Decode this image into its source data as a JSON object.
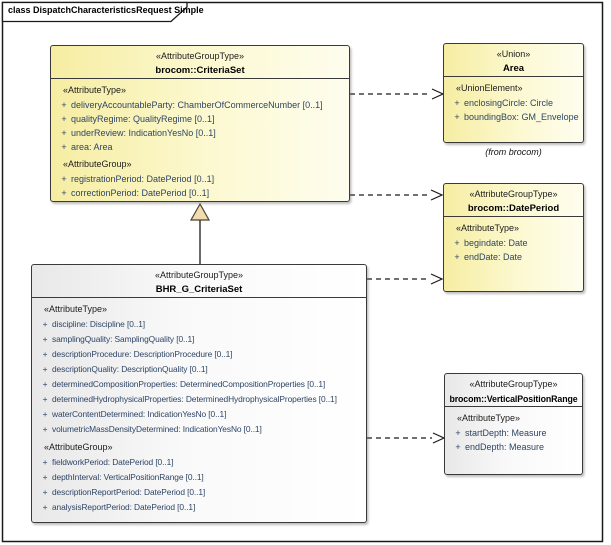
{
  "frame": {
    "title": "class DispatchCharacteristicsRequest Simple"
  },
  "symbols": {
    "plus": "+"
  },
  "colors": {
    "box_yellow_left": "#f6eda2",
    "box_yellow_right": "#fefdee",
    "box_white_left": "#e8e8e8",
    "box_white_right": "#ffffff",
    "box_border": "#3a3a3a",
    "attribute_text": "#2e4566",
    "generalization_triangle_fill": "#f1dcae",
    "connector": "#1a1a1a"
  },
  "classes": {
    "criteria_set": {
      "stereotype": "«AttributeGroupType»",
      "name": "brocom::CriteriaSet",
      "attribute_type_label": "«AttributeType»",
      "attribute_type_items": [
        "deliveryAccountableParty: ChamberOfCommerceNumber [0..1]",
        "qualityRegime: QualityRegime [0..1]",
        "underReview: IndicationYesNo [0..1]",
        "area: Area"
      ],
      "attribute_group_label": "«AttributeGroup»",
      "attribute_group_items": [
        "registrationPeriod: DatePeriod [0..1]",
        "correctionPeriod: DatePeriod [0..1]"
      ]
    },
    "area": {
      "stereotype": "«Union»",
      "name": "Area",
      "union_element_label": "«UnionElement»",
      "union_element_items": [
        "enclosingCircle: Circle",
        "boundingBox: GM_Envelope"
      ],
      "note": "(from brocom)"
    },
    "date_period": {
      "stereotype": "«AttributeGroupType»",
      "name": "brocom::DatePeriod",
      "attribute_type_label": "«AttributeType»",
      "attribute_type_items": [
        "begindate: Date",
        "endDate: Date"
      ]
    },
    "bhr_g_criteria_set": {
      "stereotype": "«AttributeGroupType»",
      "name": "BHR_G_CriteriaSet",
      "attribute_type_label": "«AttributeType»",
      "attribute_type_items": [
        "discipline: Discipline [0..1]",
        "samplingQuality: SamplingQuality [0..1]",
        "descriptionProcedure: DescriptionProcedure [0..1]",
        "descriptionQuality: DescriptionQuality [0..1]",
        "determinedCompositionProperties: DeterminedCompositionProperties [0..1]",
        "determinedHydrophysicalProperties: DeterminedHydrophysicalProperties [0..1]",
        "waterContentDetermined: IndicationYesNo [0..1]",
        "volumetricMassDensityDetermined: IndicationYesNo [0..1]"
      ],
      "attribute_group_label": "«AttributeGroup»",
      "attribute_group_items": [
        "fieldworkPeriod: DatePeriod [0..1]",
        "depthInterval: VerticalPositionRange [0..1]",
        "descriptionReportPeriod: DatePeriod [0..1]",
        "analysisReportPeriod: DatePeriod [0..1]"
      ]
    },
    "vertical_position_range": {
      "stereotype": "«AttributeGroupType»",
      "name": "brocom::VerticalPositionRange",
      "attribute_type_label": "«AttributeType»",
      "attribute_type_items": [
        "startDepth: Measure",
        "endDepth: Measure"
      ]
    }
  }
}
